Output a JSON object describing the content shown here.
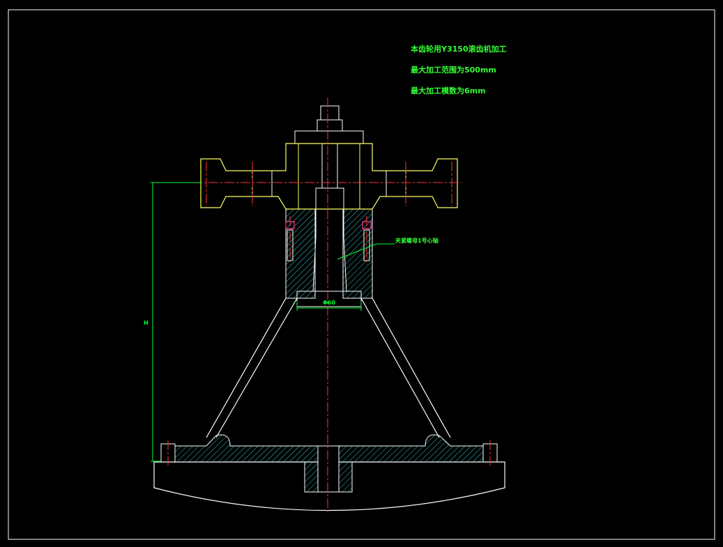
{
  "notes": {
    "line1": "本齿轮用Y3150滚齿机加工",
    "line2": "最大加工范围为500mm",
    "line3": "最大加工模数为6mm"
  },
  "labels": {
    "callout": "夹紧螺母1号心轴",
    "dim_horizontal": "Φ60",
    "dim_vertical": "H"
  },
  "colors": {
    "background": "#000000",
    "outline": "#ffffff",
    "part_yellow": "#ffff66",
    "center_line": "#ff3333",
    "dimension": "#00ff33",
    "hatch": "#33cccc",
    "text": "#33ff33",
    "bolt": "#ff3399"
  }
}
